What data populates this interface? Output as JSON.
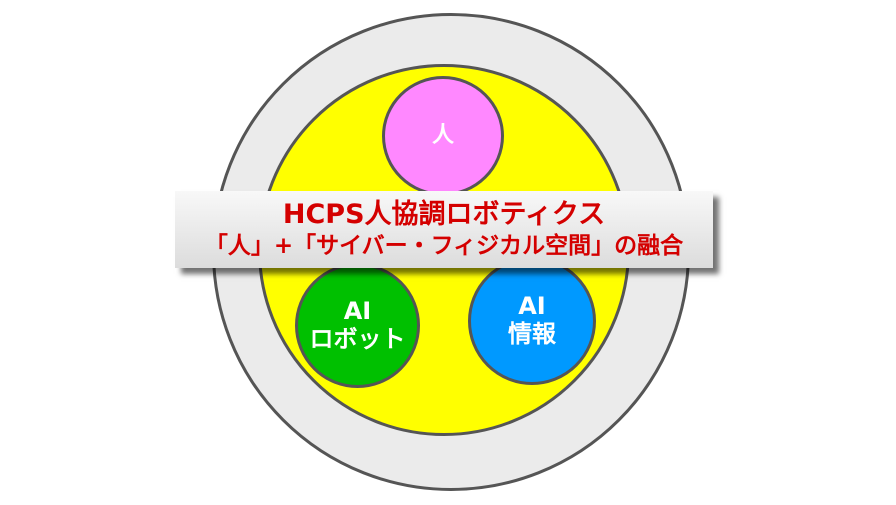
{
  "diagram": {
    "outer_ring": {
      "color": "#ebebeb"
    },
    "inner_area": {
      "color": "#ffff00"
    },
    "nodes": [
      {
        "id": "human",
        "lines": [
          "人"
        ],
        "color": "#ff88ff"
      },
      {
        "id": "robot",
        "lines": [
          "AI",
          "ロボット"
        ],
        "color": "#00c000"
      },
      {
        "id": "info",
        "lines": [
          "AI",
          "情報"
        ],
        "color": "#0099ff"
      }
    ]
  },
  "banner": {
    "title": "HCPS人協調ロボティクス",
    "subtitle": "「人」+「サイバー・フィジカル空間」の融合",
    "text_color": "#d40000"
  }
}
